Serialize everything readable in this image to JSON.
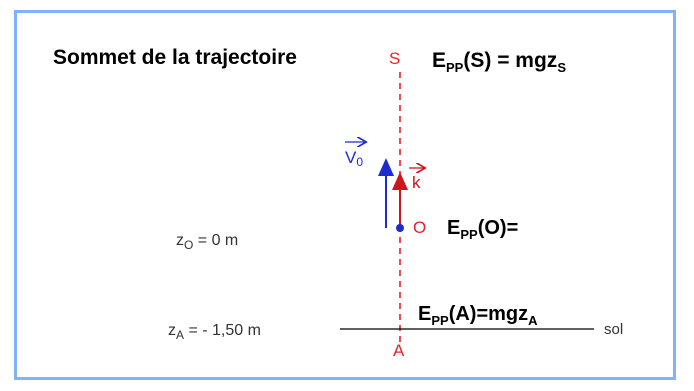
{
  "title": "Sommet de la trajectoire",
  "points": {
    "S": "S",
    "O": "O",
    "A": "A"
  },
  "vectors": {
    "v0": "V",
    "v0_sub": "0",
    "k": "k"
  },
  "levels": {
    "zO": {
      "z": "z",
      "sub": "O",
      "rest": " = 0 m"
    },
    "zA": {
      "z": "z",
      "sub": "A",
      "rest": " = - 1,50 m"
    }
  },
  "ground": "sol",
  "energy": {
    "S": {
      "E": "E",
      "sub": "PP",
      "arg": "(S)",
      "eq": "= mgz",
      "eq_sub": "S"
    },
    "O": {
      "E": "E",
      "sub": "PP",
      "arg": "(O)",
      "eq": "="
    },
    "A": {
      "E": "E",
      "sub": "PP",
      "arg": "(A)",
      "eq": "=mgz",
      "eq_sub": "A"
    }
  },
  "colors": {
    "frame": "#7fb2ff",
    "axis": "#e8202a",
    "velocity": "#1d2bd0",
    "k_vector": "#d0141e",
    "text": "#000000",
    "level_text": "#333333"
  }
}
